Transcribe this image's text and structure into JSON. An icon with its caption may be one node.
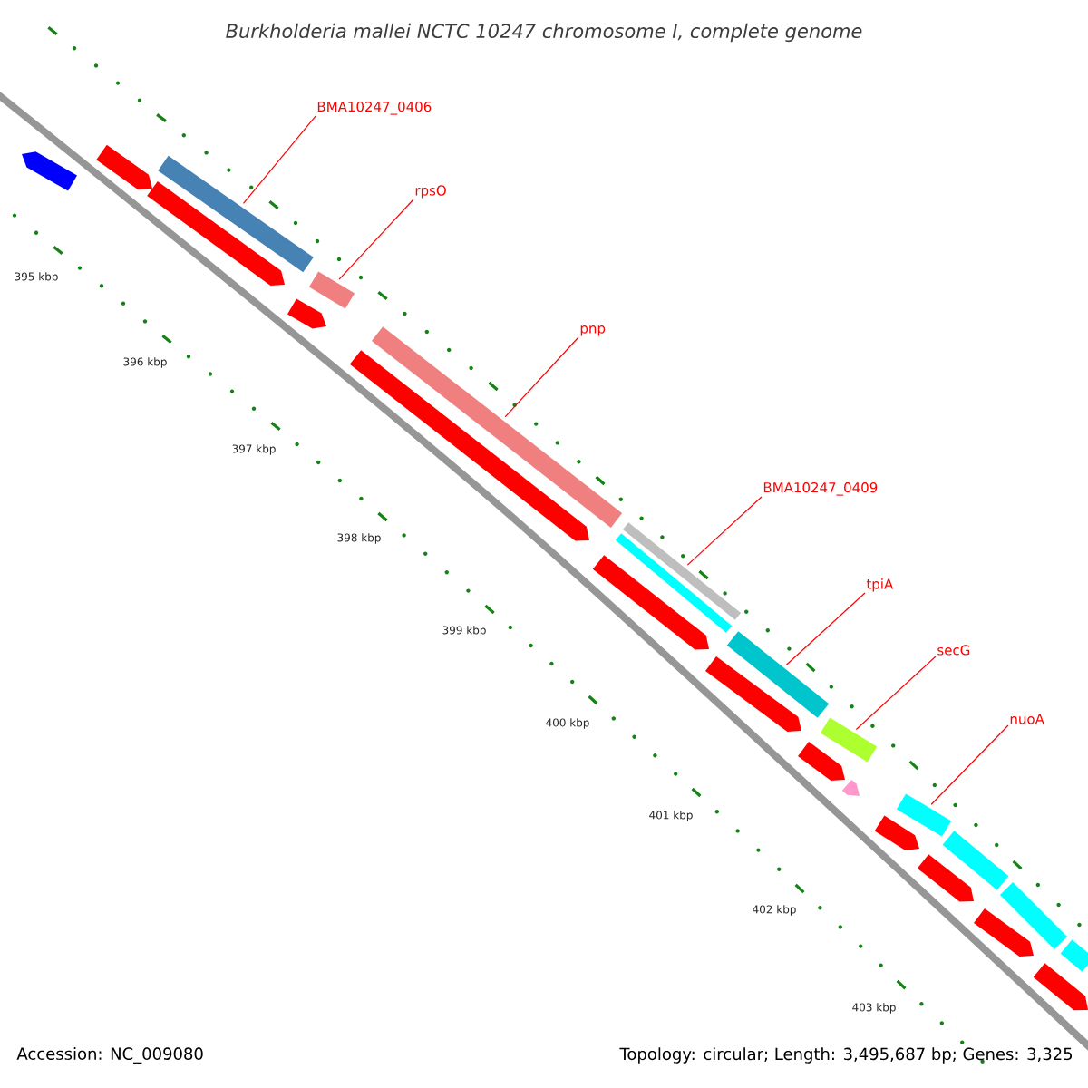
{
  "diagram": {
    "title": "Burkholderia mallei NCTC 10247 chromosome I, complete genome",
    "nodes": [
      {
        "text": [
          "BMA10247_0406"
        ]
      },
      {
        "text": [],
        "shape": "bar"
      },
      {
        "text": [
          "rpsO"
        ]
      },
      {
        "text": [],
        "shape": "bar"
      },
      {
        "text": [
          "pnp"
        ]
      },
      {
        "text": [],
        "shape": "bar"
      },
      {
        "text": [
          "BMA10247_0409"
        ]
      },
      {
        "text": [],
        "shape": "bar"
      },
      {
        "text": [
          "tpiA"
        ]
      },
      {
        "text": [],
        "shape": "bar"
      },
      {
        "text": [
          "secG"
        ]
      },
      {
        "text": [],
        "shape": "bar"
      },
      {
        "text": [
          "nuoA"
        ]
      },
      {
        "text": [],
        "shape": "bar"
      },
      {
        "text": [],
        "shape": "arrow"
      },
      {
        "text": [],
        "shape": "arrow"
      },
      {
        "text": [],
        "shape": "arrow"
      },
      {
        "text": [],
        "shape": "arrow"
      },
      {
        "text": [],
        "shape": "arrow"
      },
      {
        "text": [],
        "shape": "bar"
      },
      {
        "text": [],
        "shape": "arrow"
      },
      {
        "text": [],
        "shape": "arrow"
      },
      {
        "text": [],
        "shape": "arrow"
      },
      {
        "text": [],
        "shape": "arrow"
      },
      {
        "text": [],
        "shape": "arrow"
      },
      {
        "text": [],
        "shape": "bar"
      },
      {
        "text": [],
        "shape": "arrow"
      },
      {
        "text": [],
        "shape": "bar"
      },
      {
        "text": [],
        "shape": "arrow"
      },
      {
        "text": [],
        "shape": "bar"
      },
      {
        "text": [],
        "shape": "arrow"
      }
    ],
    "edges": [
      {
        "from": 0,
        "to": 1,
        "arrow": "none"
      },
      {
        "from": 2,
        "to": 3,
        "arrow": "none"
      },
      {
        "from": 4,
        "to": 5,
        "arrow": "none"
      },
      {
        "from": 6,
        "to": 7,
        "arrow": "none"
      },
      {
        "from": 8,
        "to": 9,
        "arrow": "none"
      },
      {
        "from": 10,
        "to": 11,
        "arrow": "none"
      },
      {
        "from": 12,
        "to": 13,
        "arrow": "none"
      }
    ],
    "labels": [
      "395 kbp",
      "396 kbp",
      "397 kbp",
      "398 kbp",
      "399 kbp",
      "400 kbp",
      "401 kbp",
      "402 kbp",
      "403 kbp",
      "Accession: NC_009080",
      "Topology: circular; Length: 3,495,687 bp; Genes: 3,325"
    ]
  }
}
